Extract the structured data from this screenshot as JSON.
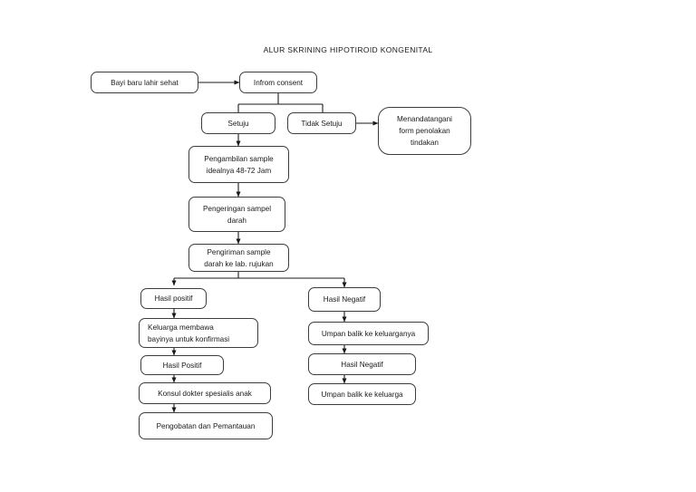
{
  "document": {
    "title": "ALUR SKRINING HIPOTIROID KONGENITAL",
    "background_color": "#ffffff",
    "stroke_color": "#3d3d3d",
    "text_color": "#1a1a1a"
  },
  "flowchart": {
    "type": "flowchart",
    "orientation": "top-down",
    "nodes": [
      {
        "id": "bayi",
        "label": "Bayi baru lahir sehat"
      },
      {
        "id": "infrom",
        "label": "Infrom consent"
      },
      {
        "id": "setuju",
        "label": "Setuju"
      },
      {
        "id": "tidak",
        "label": "Tidak Setuju"
      },
      {
        "id": "menandatangani",
        "line1": "Menandatangani",
        "line2": "form penolakan",
        "line3": "tindakan"
      },
      {
        "id": "pengambilan",
        "line1": "Pengambilan sample",
        "line2": "idealnya 48-72 Jam"
      },
      {
        "id": "pengeringan",
        "line1": "Pengeringan sampel",
        "line2": "darah"
      },
      {
        "id": "pengiriman",
        "line1": "Pengiriman sample",
        "line2": "darah ke lab. rujukan"
      },
      {
        "id": "hasil_positif_1",
        "label": "Hasil positif"
      },
      {
        "id": "keluarga",
        "line1": "Keluarga membawa",
        "line2": "bayinya untuk konfirmasi"
      },
      {
        "id": "hasil_positif_2",
        "label": "Hasil Positif"
      },
      {
        "id": "konsul",
        "label": "Konsul dokter spesialis anak"
      },
      {
        "id": "pengobatan",
        "label": "Pengobatan dan Pemantauan"
      },
      {
        "id": "hasil_negatif_1",
        "label": "Hasil Negatif"
      },
      {
        "id": "umpan_1",
        "label": "Umpan balik ke keluarganya"
      },
      {
        "id": "hasil_negatif_2",
        "label": "Hasil Negatif"
      },
      {
        "id": "umpan_2",
        "label": "Umpan balik ke keluarga"
      }
    ],
    "edges": [
      {
        "from": "bayi",
        "to": "infrom",
        "arrow": true
      },
      {
        "from": "infrom",
        "to": "setuju",
        "arrow": false
      },
      {
        "from": "infrom",
        "to": "tidak",
        "arrow": false
      },
      {
        "from": "tidak",
        "to": "menandatangani",
        "arrow": true
      },
      {
        "from": "setuju",
        "to": "pengambilan",
        "arrow": true
      },
      {
        "from": "pengambilan",
        "to": "pengeringan",
        "arrow": true
      },
      {
        "from": "pengeringan",
        "to": "pengiriman",
        "arrow": true
      },
      {
        "from": "pengiriman",
        "to": "hasil_positif_1",
        "arrow": true
      },
      {
        "from": "pengiriman",
        "to": "hasil_negatif_1",
        "arrow": true
      },
      {
        "from": "hasil_positif_1",
        "to": "keluarga",
        "arrow": true
      },
      {
        "from": "keluarga",
        "to": "hasil_positif_2",
        "arrow": true
      },
      {
        "from": "hasil_positif_2",
        "to": "konsul",
        "arrow": true
      },
      {
        "from": "konsul",
        "to": "pengobatan",
        "arrow": true
      },
      {
        "from": "hasil_negatif_1",
        "to": "umpan_1",
        "arrow": true
      },
      {
        "from": "umpan_1",
        "to": "hasil_negatif_2",
        "arrow": true
      },
      {
        "from": "hasil_negatif_2",
        "to": "umpan_2",
        "arrow": true
      }
    ]
  }
}
